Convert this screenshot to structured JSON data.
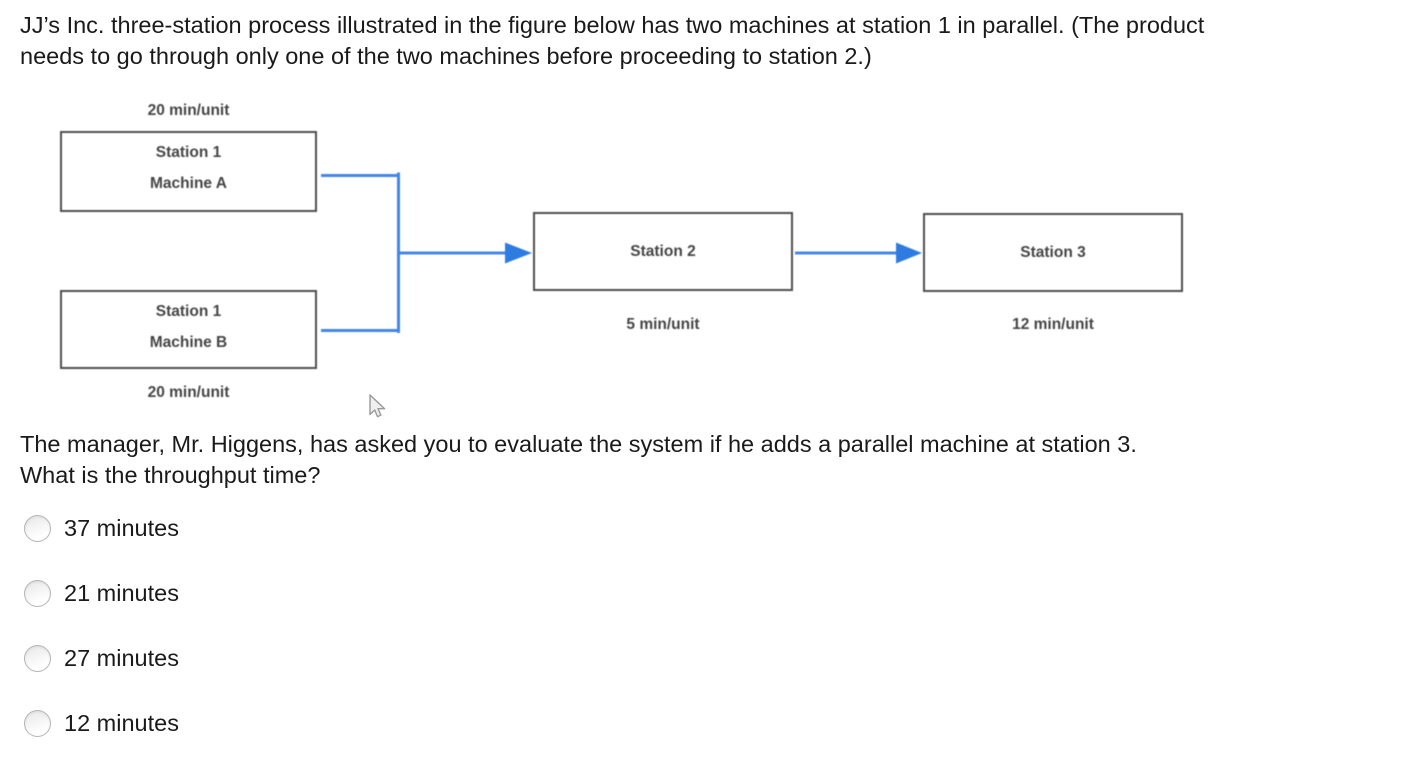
{
  "colors": {
    "connector_blue": "#4486e6",
    "arrowhead_blue": "#2e7ce2",
    "box_border": "#4f4f4f",
    "diagram_text": "#454545",
    "text_dark": "#1a1a1a",
    "radio_border": "#b5b5b5"
  },
  "question": {
    "intro_lines": [
      "JJ’s Inc. three-station process illustrated in the figure below has two machines at station 1 in parallel. (The product",
      "needs to go through only one of the two machines before proceeding to station 2.)"
    ],
    "prompt_lines": [
      "The manager, Mr. Higgens, has asked you to evaluate the system if he adds a parallel machine at station 3.",
      "What is the throughput time?"
    ],
    "options": [
      {
        "label": "37 minutes",
        "selected": false
      },
      {
        "label": "21 minutes",
        "selected": false
      },
      {
        "label": "27 minutes",
        "selected": false
      },
      {
        "label": "12 minutes",
        "selected": false
      }
    ],
    "selected_index": null
  },
  "diagram": {
    "machine_a": {
      "title": "Station 1",
      "subtitle": "Machine A",
      "rate": "20 min/unit"
    },
    "machine_b": {
      "title": "Station 1",
      "subtitle": "Machine B",
      "rate": "20 min/unit"
    },
    "station2": {
      "title": "Station 2",
      "rate": "5 min/unit"
    },
    "station3": {
      "title": "Station 3",
      "rate": "12 min/unit"
    },
    "icons": {
      "cursor": "mouse-pointer-icon",
      "flow": "right-arrow-icon"
    }
  }
}
